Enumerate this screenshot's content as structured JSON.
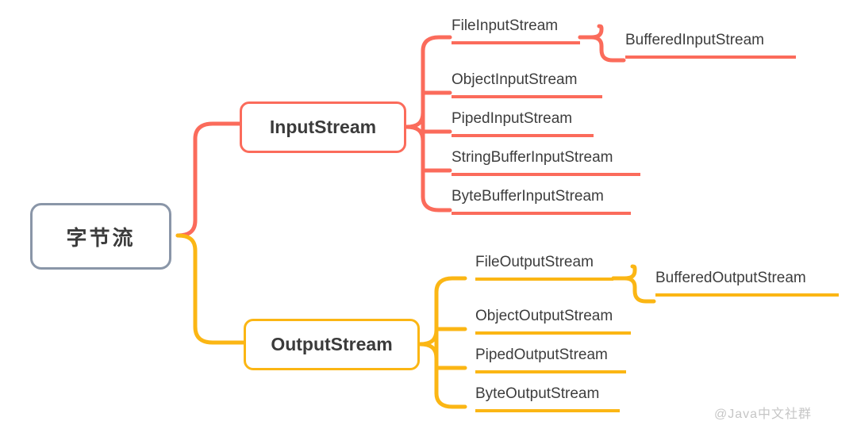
{
  "diagram": {
    "title": "字节流",
    "watermark": "@Java中文社群",
    "colors": {
      "root_border": "#8a96a8",
      "input_branch": "#fb6b5b",
      "output_branch": "#fbb614",
      "text": "#3d3d3d",
      "background": "#ffffff",
      "watermark": "#c6c6c6"
    },
    "root": {
      "label": "字节流"
    },
    "branches": [
      {
        "id": "input",
        "label": "InputStream",
        "color": "#fb6b5b",
        "children": [
          {
            "label": "FileInputStream",
            "children": [
              {
                "label": "BufferedInputStream"
              }
            ]
          },
          {
            "label": "ObjectInputStream",
            "children": []
          },
          {
            "label": "PipedInputStream",
            "children": []
          },
          {
            "label": "StringBufferInputStream",
            "children": []
          },
          {
            "label": "ByteBufferInputStream",
            "children": []
          }
        ]
      },
      {
        "id": "output",
        "label": "OutputStream",
        "color": "#fbb614",
        "children": [
          {
            "label": "FileOutputStream",
            "children": [
              {
                "label": "BufferedOutputStream"
              }
            ]
          },
          {
            "label": "ObjectOutputStream",
            "children": []
          },
          {
            "label": "PipedOutputStream",
            "children": []
          },
          {
            "label": "ByteOutputStream",
            "children": []
          }
        ]
      }
    ]
  }
}
